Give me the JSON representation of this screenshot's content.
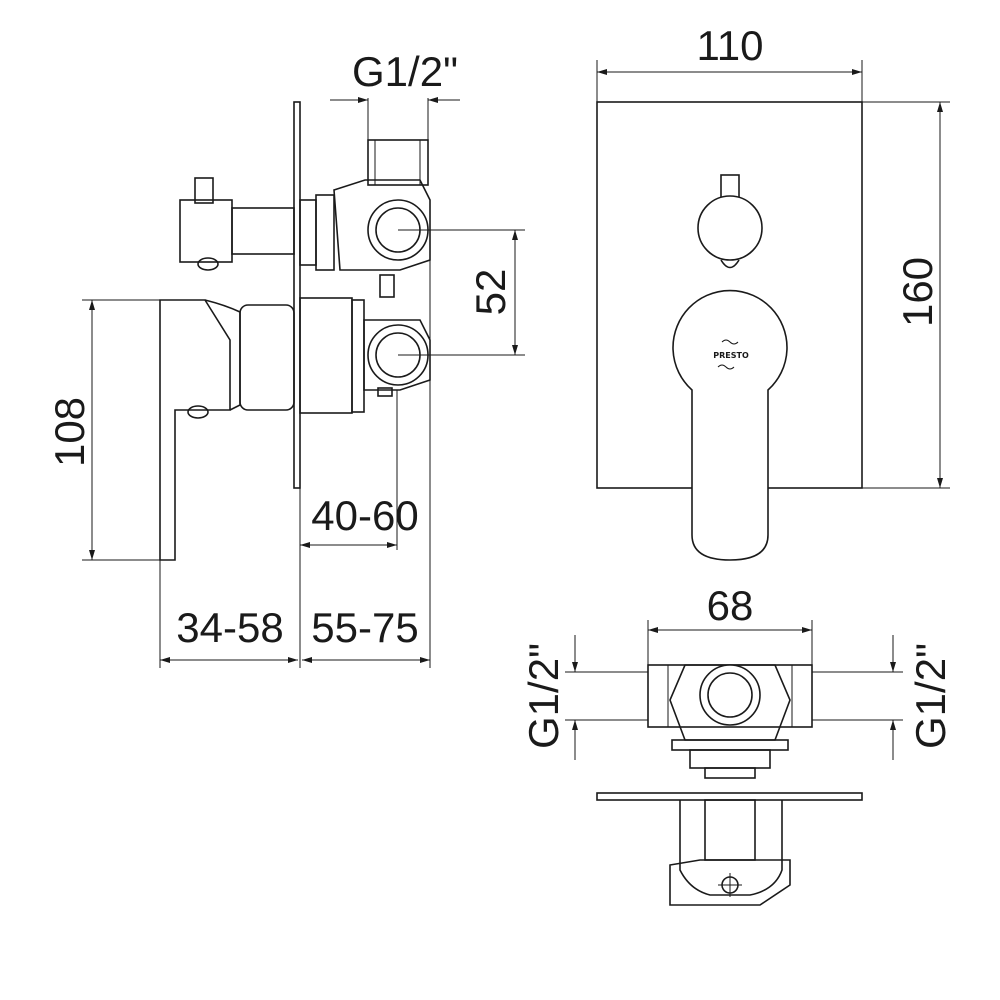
{
  "dimensions": {
    "top_thread": "G1/2\"",
    "width_front": "110",
    "height_front": "160",
    "outlet_spacing": "52",
    "handle_height": "108",
    "depth_adjust": "40-60",
    "handle_projection": "34-58",
    "body_depth": "55-75",
    "body_width": "68",
    "left_thread": "G1/2\"",
    "right_thread": "G1/2\""
  },
  "logo": "PRESTO"
}
